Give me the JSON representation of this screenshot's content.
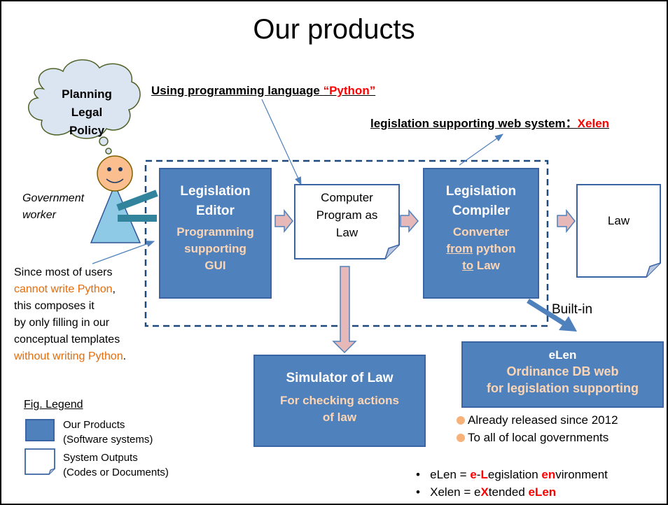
{
  "title": "Our products",
  "python_note": {
    "prefix": "Using programming language ",
    "highlight": "“Python”"
  },
  "web_system_note": {
    "prefix": "legislation supporting web system：",
    "highlight": "Xelen"
  },
  "thought_cloud": [
    "Planning",
    "Legal",
    "Policy"
  ],
  "government_worker": [
    "Government",
    "worker"
  ],
  "users_note": {
    "line1": "Since most of users",
    "line2_orange": "cannot write Python",
    "line2_suffix": ",",
    "line3": "this composes it",
    "line4": "by only filling in our",
    "line5": "conceptual templates",
    "line6_orange": "without writing Python",
    "line6_suffix": "."
  },
  "editor": {
    "title": [
      "Legislation",
      "Editor"
    ],
    "subtitle": [
      "Programming",
      "supporting",
      "GUI"
    ]
  },
  "program_doc": [
    "Computer",
    "Program as",
    "Law"
  ],
  "compiler": {
    "title": [
      "Legislation",
      "Compiler"
    ],
    "sub1": "Converter",
    "sub2_u": "from",
    "sub2_rest": " python",
    "sub3_u": "to",
    "sub3_rest": " Law"
  },
  "law_doc": "Law",
  "built_in": "Built-in",
  "simulator": {
    "title": "Simulator of Law",
    "subtitle": [
      "For checking actions",
      "of law"
    ]
  },
  "elen": {
    "title": "eLen",
    "subtitle": [
      "Ordinance DB web",
      "for legislation supporting"
    ]
  },
  "elen_points": [
    "Already released since 2012",
    "To all of local governments"
  ],
  "legend": {
    "title": "Fig. Legend",
    "products": [
      "Our Products",
      "(Software systems)"
    ],
    "outputs": [
      "System Outputs",
      "(Codes or Documents)"
    ]
  },
  "definitions": {
    "d1": {
      "a": "eLen = ",
      "b": "e",
      "c": "-",
      "d": "L",
      "e": "egislation ",
      "f": "en",
      "g": "vironment"
    },
    "d2": {
      "a": "Xelen = e",
      "b": "X",
      "c": "tended ",
      "d": "eLen"
    }
  },
  "colors": {
    "product_fill": "#4f81bd",
    "product_border": "#3a64a3",
    "accent_orange": "#e46c0a",
    "accent_red": "#ff0000",
    "arrow_fill": "#e6b9b8",
    "person_fill": "#8ecae6",
    "face_fill": "#fbbf8f",
    "bar_teal": "#31849b"
  }
}
